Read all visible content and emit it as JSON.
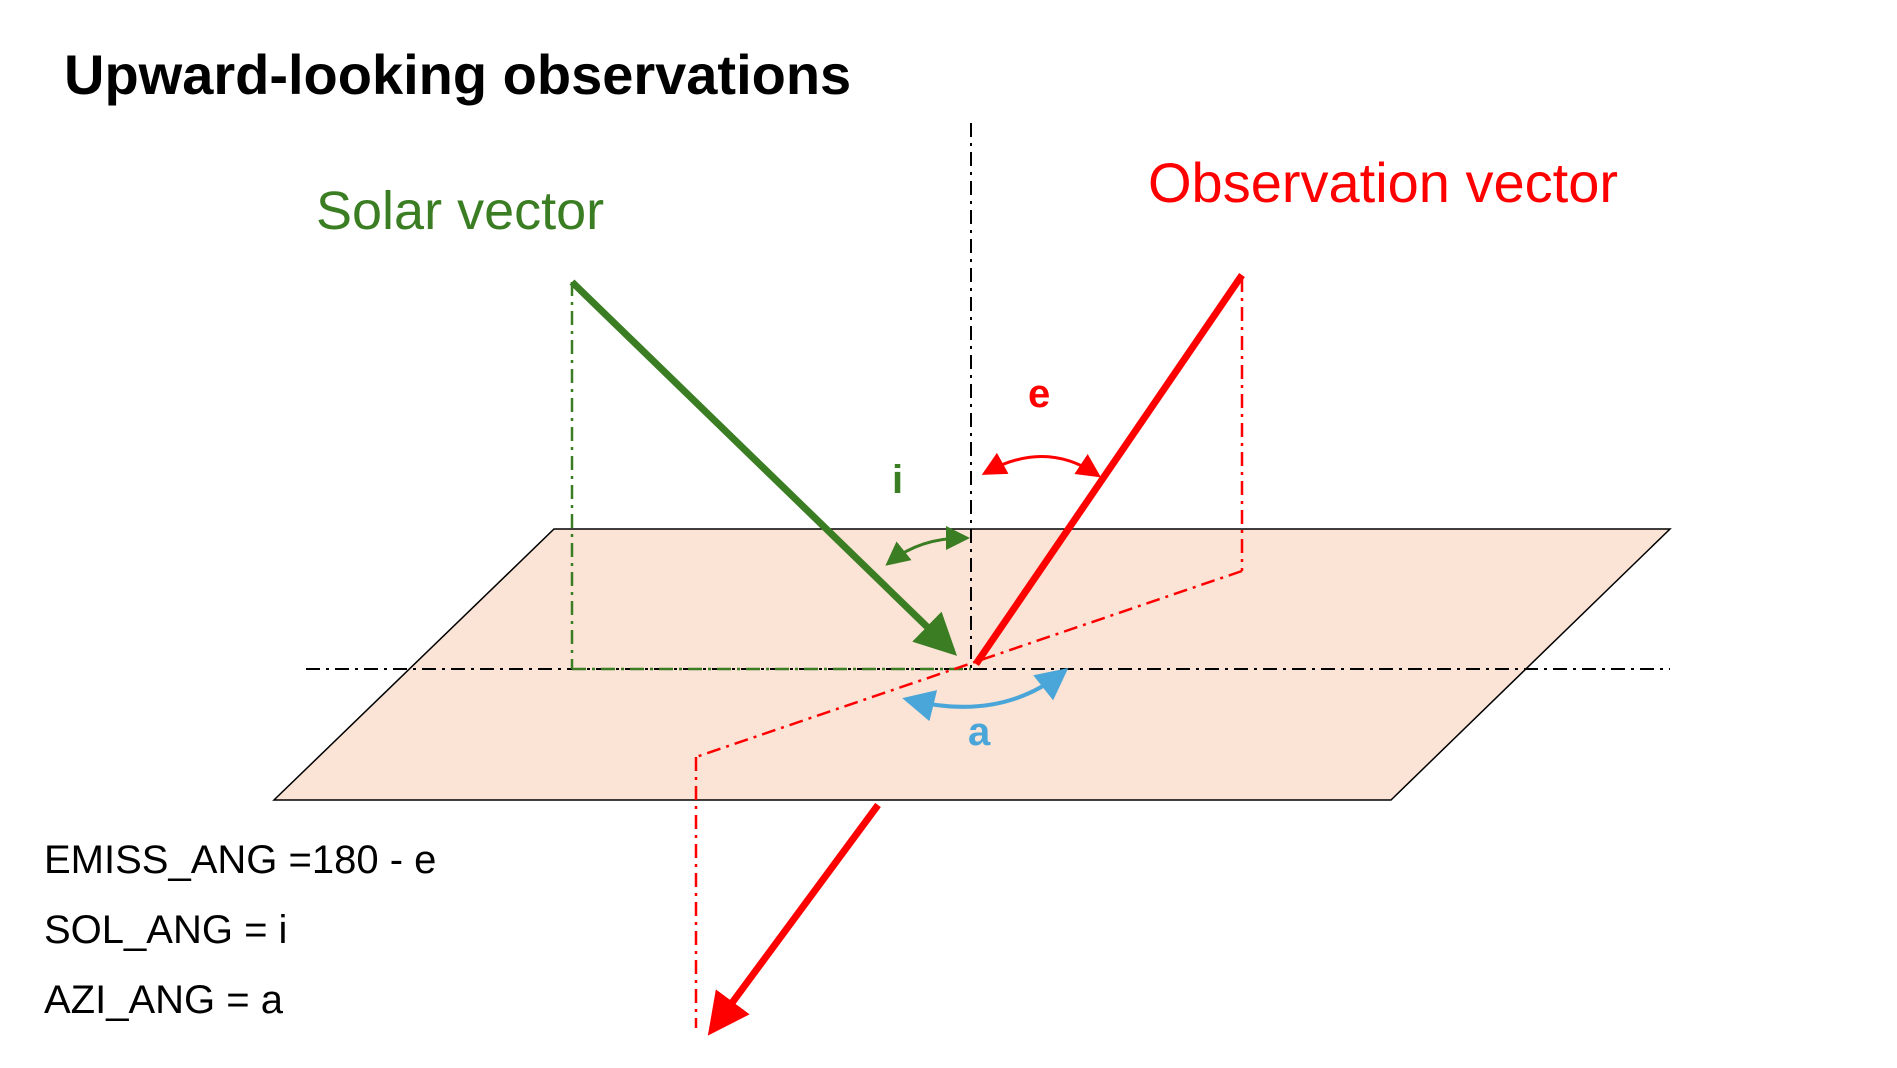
{
  "title": "Upward-looking observations",
  "labels": {
    "solar_vector": "Solar vector",
    "observation_vector": "Observation vector",
    "angle_i": "i",
    "angle_e": "e",
    "angle_a": "a"
  },
  "equations": [
    "EMISS_ANG =180 - e",
    "SOL_ANG = i",
    "AZI_ANG = a"
  ],
  "colors": {
    "solar": "#3a7d22",
    "observation": "#ff0000",
    "azimuth": "#4aa6d8",
    "plane": "#fbe3d6",
    "axes": "#000000"
  }
}
